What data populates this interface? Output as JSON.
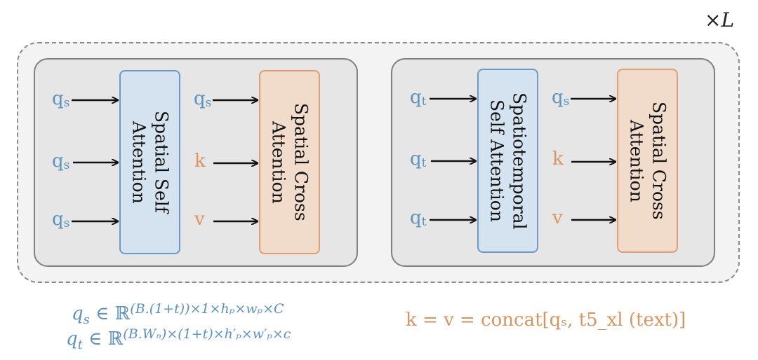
{
  "diagram": {
    "repeat": {
      "prefix": "×",
      "var": "L"
    },
    "panels": [
      {
        "self_attention_block": {
          "label_line1": "Spatial Self",
          "label_line2": "Attention"
        },
        "self_inputs": [
          {
            "base": "q",
            "sub": "s"
          },
          {
            "base": "q",
            "sub": "s"
          },
          {
            "base": "q",
            "sub": "s"
          }
        ],
        "cross_attention_block": {
          "label_line1": "Spatial Cross",
          "label_line2": "Attention"
        },
        "cross_inputs": [
          {
            "base": "q",
            "sub": "s",
            "color": "blue"
          },
          {
            "base": "k",
            "sub": "",
            "color": "orange"
          },
          {
            "base": "v",
            "sub": "",
            "color": "orange"
          }
        ]
      },
      {
        "self_attention_block": {
          "label_line1": "Spatiotemporal",
          "label_line2": "Self Attention"
        },
        "self_inputs": [
          {
            "base": "q",
            "sub": "t"
          },
          {
            "base": "q",
            "sub": "t"
          },
          {
            "base": "q",
            "sub": "t"
          }
        ],
        "cross_attention_block": {
          "label_line1": "Spatial Cross",
          "label_line2": "Attention"
        },
        "cross_inputs": [
          {
            "base": "q",
            "sub": "s",
            "color": "blue"
          },
          {
            "base": "k",
            "sub": "",
            "color": "orange"
          },
          {
            "base": "v",
            "sub": "",
            "color": "orange"
          }
        ]
      }
    ],
    "formulas": {
      "qs": {
        "lhs": "q",
        "lhs_sub": "s",
        "in": "∈ ℝ",
        "exponent": "(B.(1+t))×1×hₚ×wₚ×C"
      },
      "qt": {
        "lhs": "q",
        "lhs_sub": "t",
        "in": "∈ ℝ",
        "exponent": "(B.Wₙ)×(1+t)×h′ₚ×w′ₚ×c"
      },
      "kv": "k = v = concat[qₛ, t5_xl (text)]"
    },
    "colors": {
      "query_blue": "#5b93be",
      "kv_orange": "#d99560",
      "block_blue_fill": "#d5e3f0",
      "block_orange_fill": "#f1dccb"
    }
  }
}
